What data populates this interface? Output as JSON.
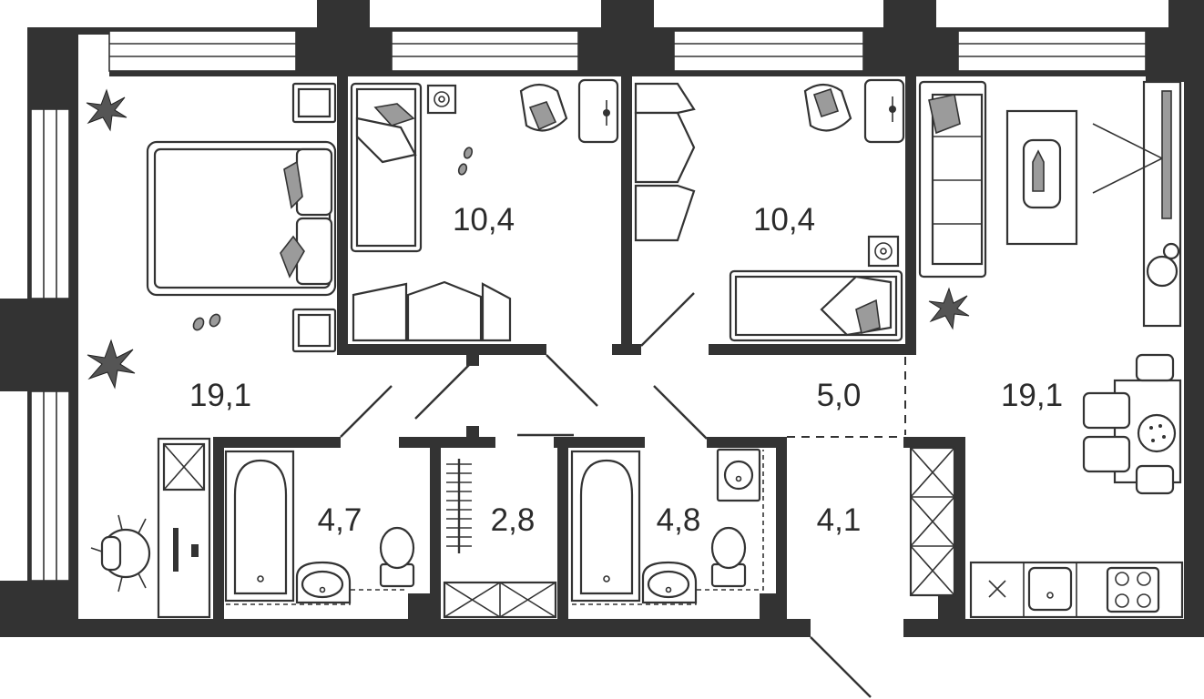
{
  "rooms": [
    {
      "id": "bedroom-main",
      "area": "19,1"
    },
    {
      "id": "bedroom-1",
      "area": "10,4"
    },
    {
      "id": "bedroom-2",
      "area": "10,4"
    },
    {
      "id": "hall",
      "area": "5,0"
    },
    {
      "id": "living-kitchen",
      "area": "19,1"
    },
    {
      "id": "bathroom-1",
      "area": "4,7"
    },
    {
      "id": "wardrobe",
      "area": "2,8"
    },
    {
      "id": "bathroom-2",
      "area": "4,8"
    },
    {
      "id": "entrance",
      "area": "4,1"
    }
  ],
  "colors": {
    "wall": "#333333",
    "furniture_accent": "#9b9b9b",
    "background": "#ffffff"
  }
}
